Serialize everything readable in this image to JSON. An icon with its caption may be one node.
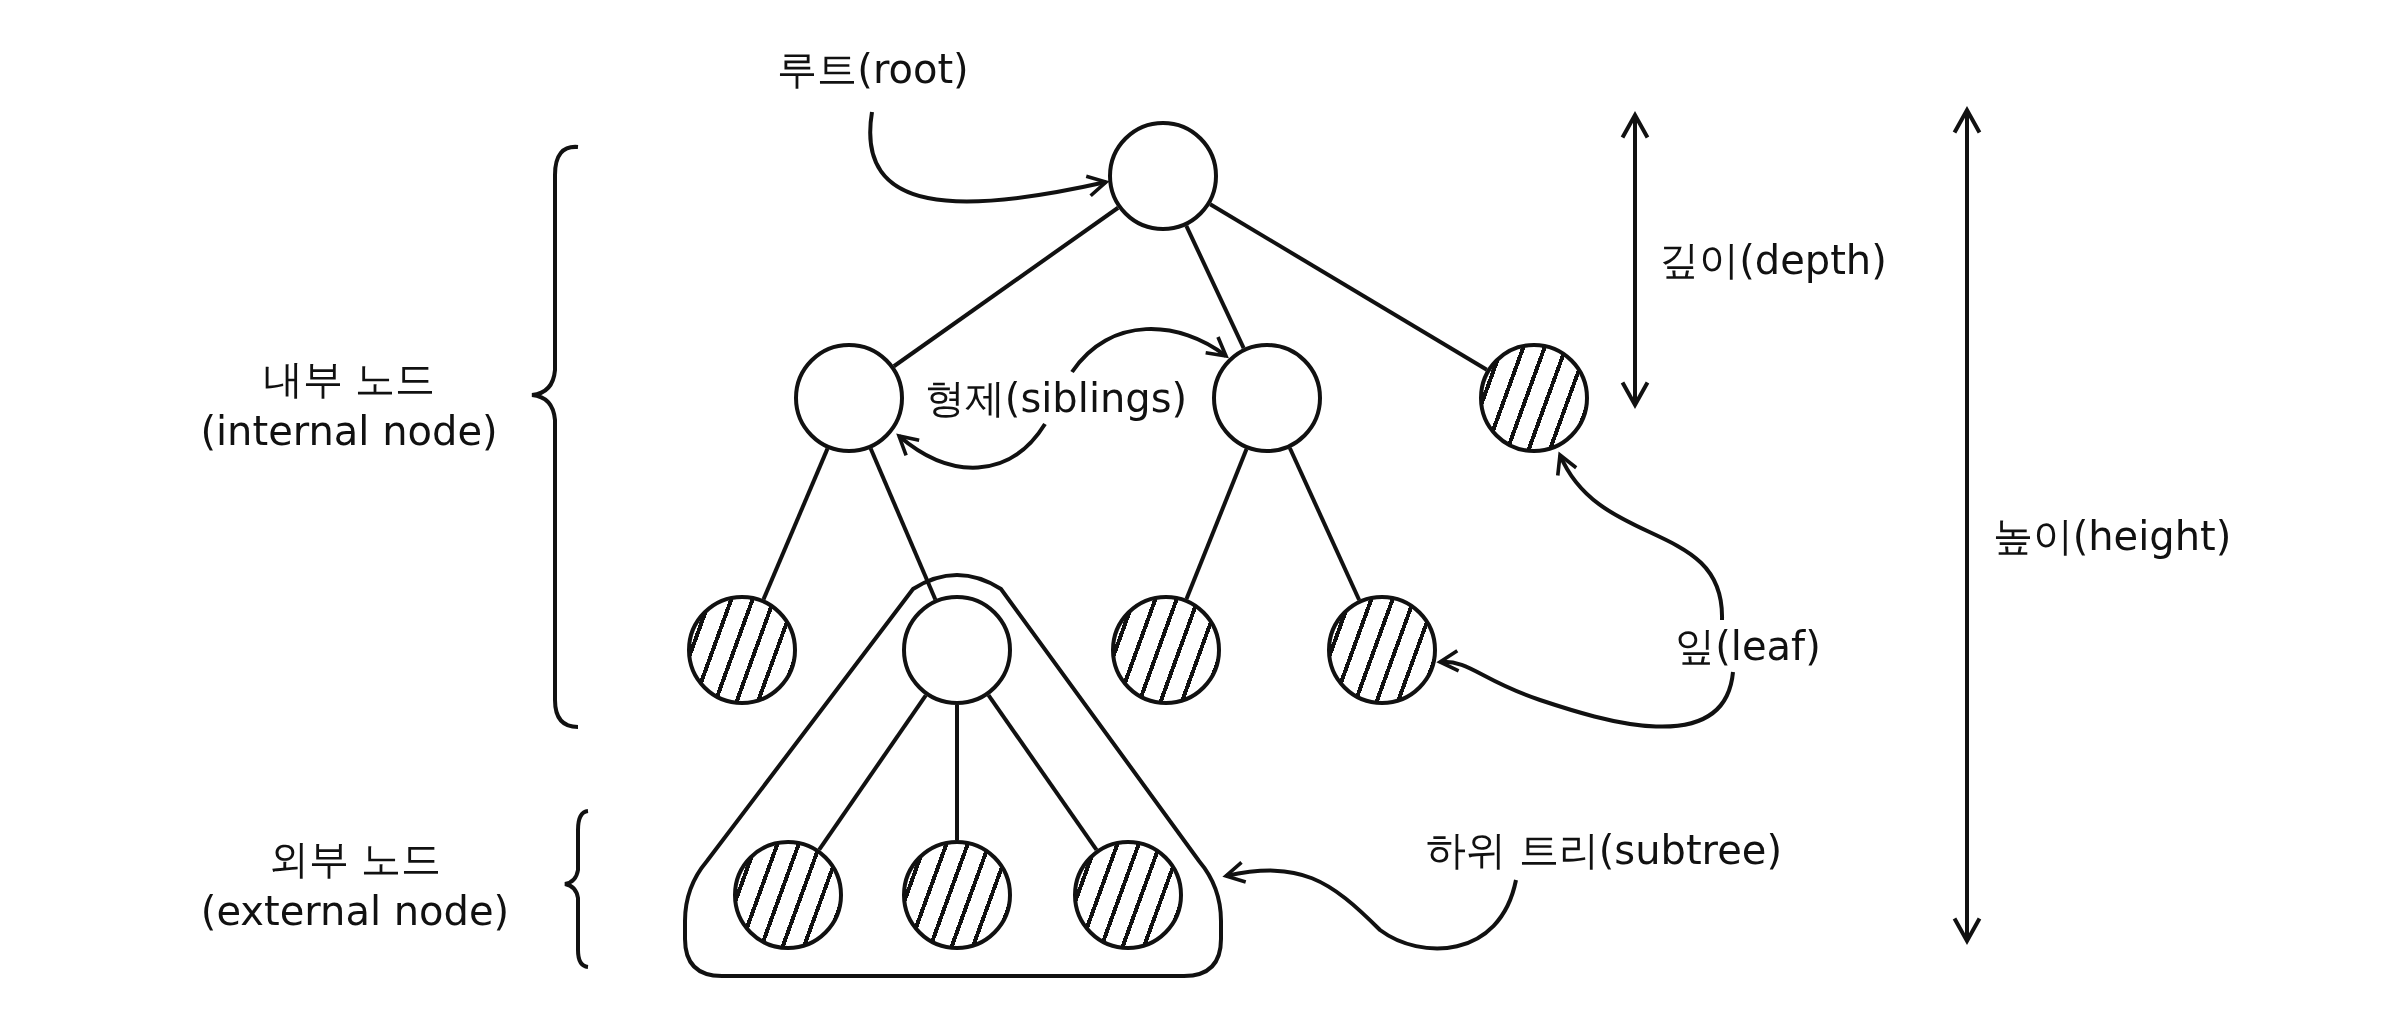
{
  "diagram": {
    "nodes": [
      {
        "text": [
          "루트(root)"
        ]
      },
      {
        "text": [],
        "shape": "circle"
      },
      {
        "text": [],
        "shape": "circle"
      },
      {
        "text": [
          "형제(siblings)"
        ]
      },
      {
        "text": [],
        "shape": "circle"
      },
      {
        "text": [],
        "shape": "circle"
      },
      {
        "text": [],
        "shape": "circle"
      },
      {
        "text": [],
        "shape": "triangle"
      },
      {
        "text": [],
        "shape": "circle",
        "in": 7
      },
      {
        "text": [],
        "shape": "circle"
      },
      {
        "text": [],
        "shape": "circle"
      },
      {
        "text": [
          "잎(leaf)"
        ]
      },
      {
        "text": [],
        "shape": "circle",
        "in": 7
      },
      {
        "text": [],
        "shape": "circle",
        "in": 7
      },
      {
        "text": [],
        "shape": "circle",
        "in": 7
      },
      {
        "text": [
          "하위 트리(subtree)"
        ]
      }
    ],
    "edges": [
      {
        "from": 1,
        "to": 2,
        "arrow": "none"
      },
      {
        "from": 1,
        "to": 4,
        "arrow": "none"
      },
      {
        "from": 1,
        "to": 5,
        "arrow": "none"
      },
      {
        "from": 2,
        "to": 6,
        "arrow": "none"
      },
      {
        "from": 2,
        "to": 8,
        "arrow": "none"
      },
      {
        "from": 4,
        "to": 9,
        "arrow": "none"
      },
      {
        "from": 4,
        "to": 10,
        "arrow": "none"
      },
      {
        "from": 8,
        "to": 12,
        "arrow": "none"
      },
      {
        "from": 8,
        "to": 13,
        "arrow": "none"
      },
      {
        "from": 8,
        "to": 14,
        "arrow": "none"
      },
      {
        "from": 0,
        "to": 1,
        "arrow": "to"
      },
      {
        "from": 3,
        "to": 4,
        "arrow": "to"
      },
      {
        "from": 3,
        "to": 2,
        "arrow": "to"
      },
      {
        "from": 11,
        "to": 5,
        "arrow": "to"
      },
      {
        "from": 11,
        "to": 10,
        "arrow": "to"
      },
      {
        "from": 15,
        "to": 7,
        "arrow": "to"
      }
    ],
    "labels": [
      "깊이(depth)",
      "내부 노드 (internal node)",
      "높이(height)",
      "외부 노드 (external node)"
    ]
  }
}
